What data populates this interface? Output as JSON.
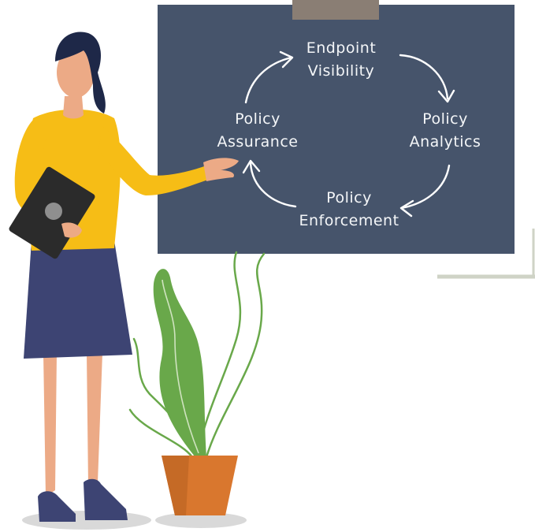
{
  "board": {
    "stages": [
      {
        "line1": "Endpoint",
        "line2": "Visibility"
      },
      {
        "line1": "Policy",
        "line2": "Analytics"
      },
      {
        "line1": "Policy",
        "line2": "Enforcement"
      },
      {
        "line1": "Policy",
        "line2": "Assurance"
      }
    ]
  },
  "colors": {
    "board": "#46546b",
    "shirt": "#f6bd16",
    "skirt": "#3d4473",
    "skin": "#ecaa86",
    "hair": "#1e2848",
    "leaf": "#69a84a",
    "pot": "#d9772e"
  },
  "icons": [
    "cycle-arrow-icon",
    "clipboard-icon"
  ]
}
